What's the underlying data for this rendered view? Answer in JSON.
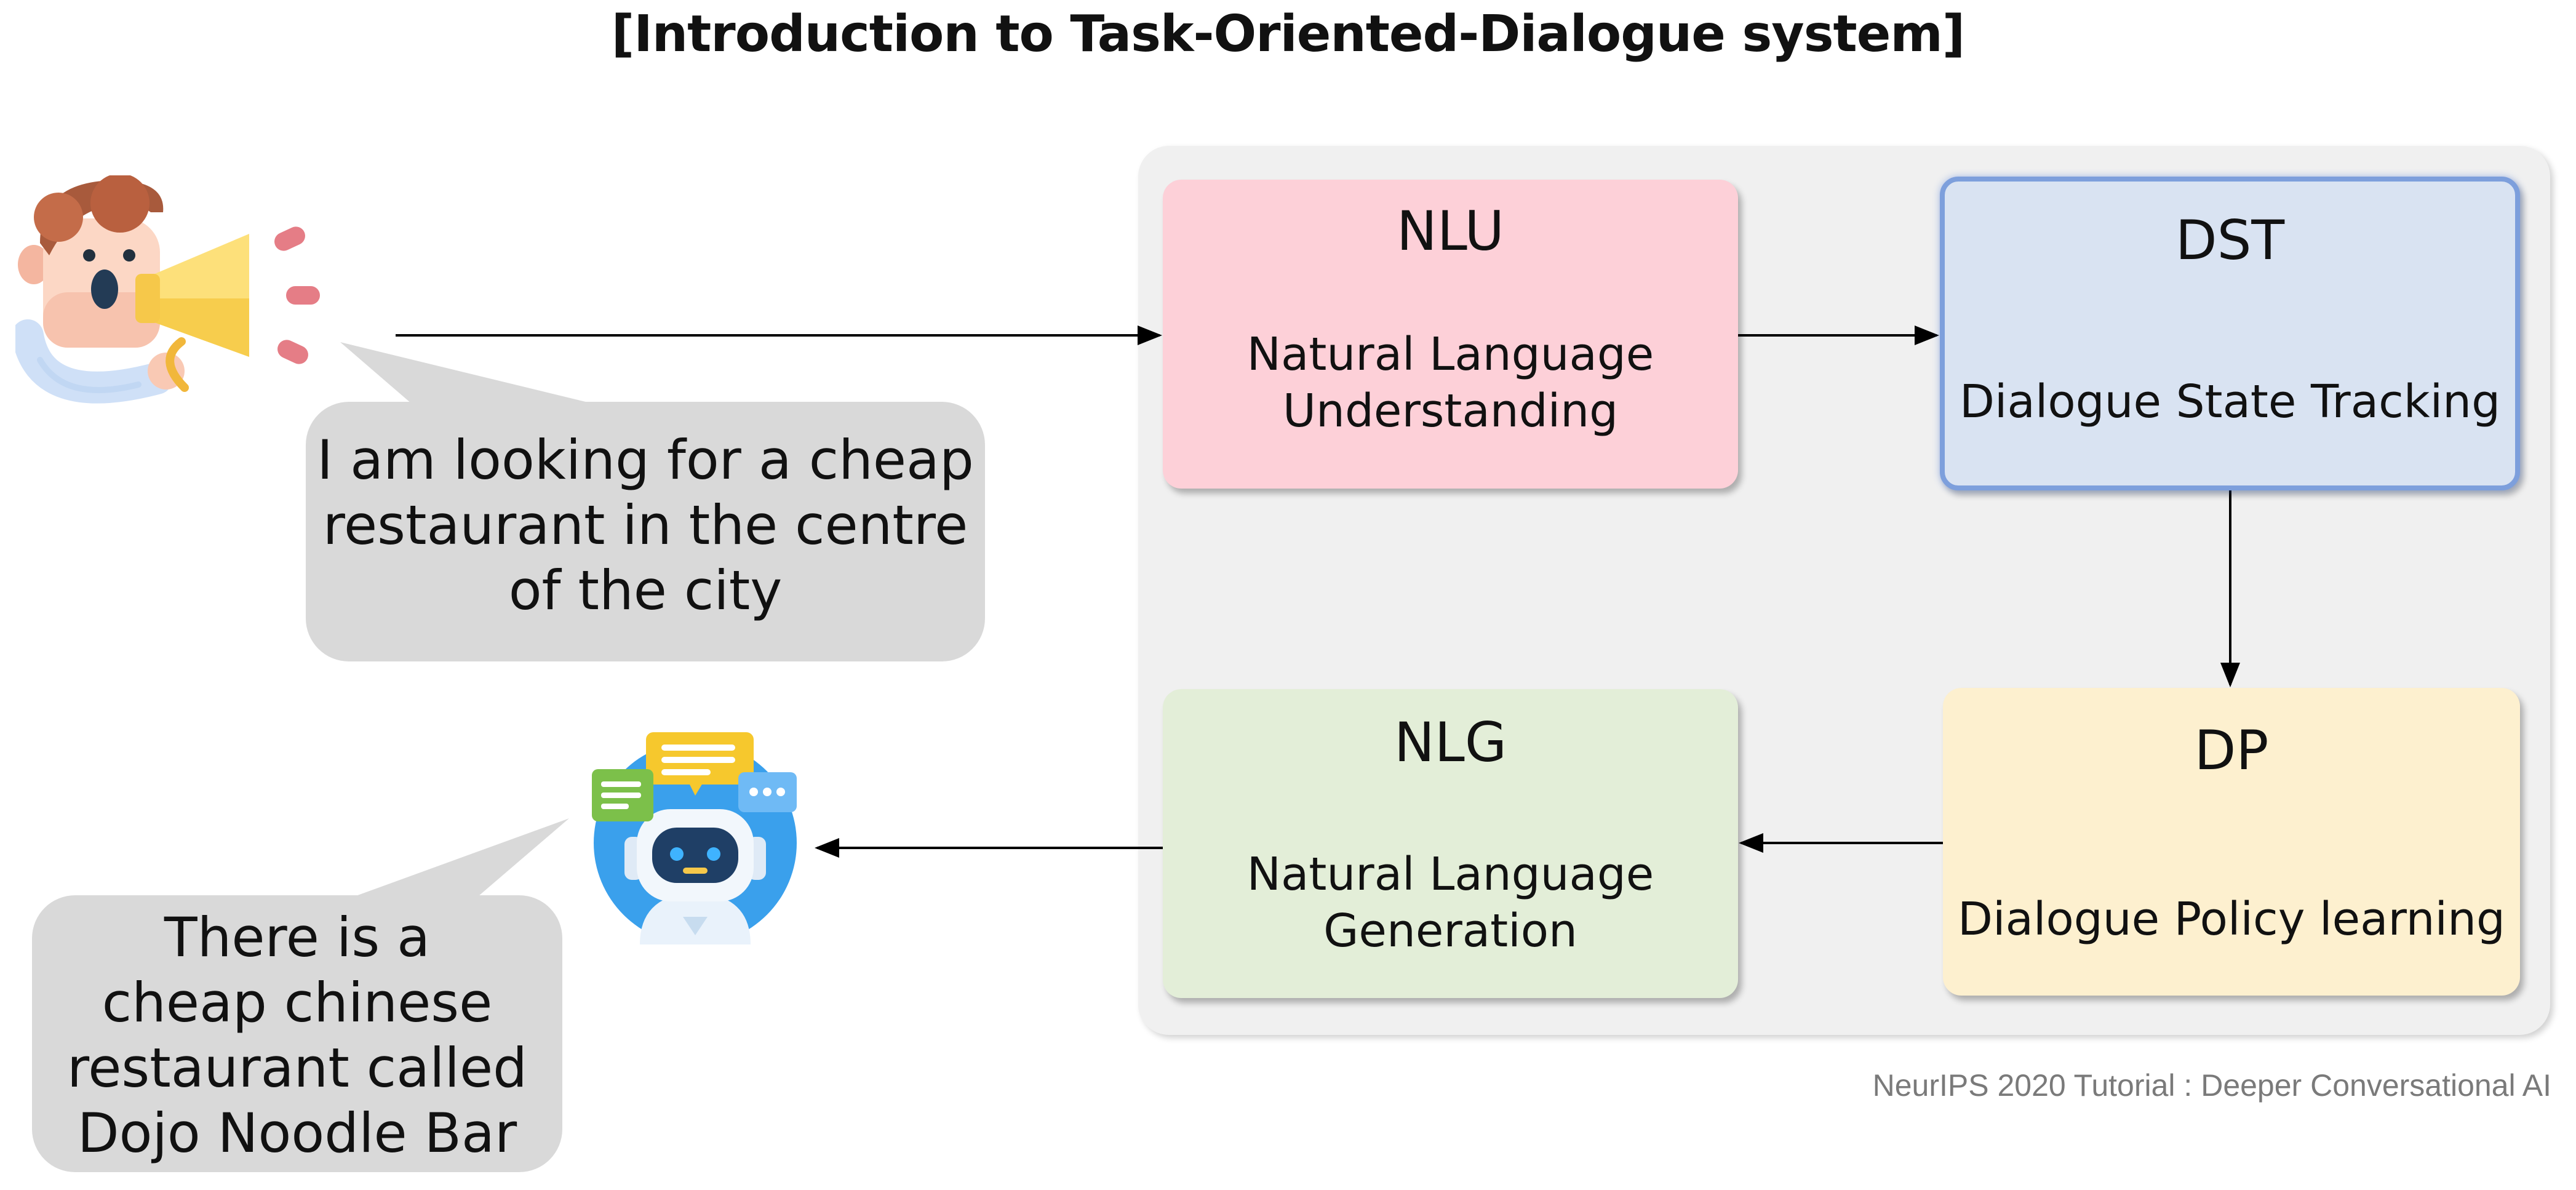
{
  "title": "[Introduction to Task-Oriented-Dialogue system]",
  "modules": {
    "nlu": {
      "abbr": "NLU",
      "line1": "Natural Language",
      "line2": "Understanding"
    },
    "dst": {
      "abbr": "DST",
      "line1": "Dialogue State Tracking"
    },
    "dp": {
      "abbr": "DP",
      "line1": "Dialogue Policy learning"
    },
    "nlg": {
      "abbr": "NLG",
      "line1": "Natural Language",
      "line2": "Generation"
    }
  },
  "user_bubble": {
    "lines": [
      "I am looking for a cheap",
      "restaurant in the centre",
      "of the city"
    ]
  },
  "bot_bubble": {
    "lines": [
      "There is a",
      "cheap chinese",
      "restaurant called",
      "Dojo Noodle Bar"
    ]
  },
  "footer": "NeurIPS 2020 Tutorial : Deeper Conversational AI",
  "icons": {
    "user": "person-with-megaphone-icon",
    "bot": "chatbot-robot-icon"
  },
  "colors": {
    "nlu": "#fdd0d8",
    "dst": "#d9e3f2",
    "dp": "#fdf0cf",
    "nlg": "#e3eed8",
    "panel": "#f0f0f0",
    "bubble": "#d9d9d9"
  }
}
